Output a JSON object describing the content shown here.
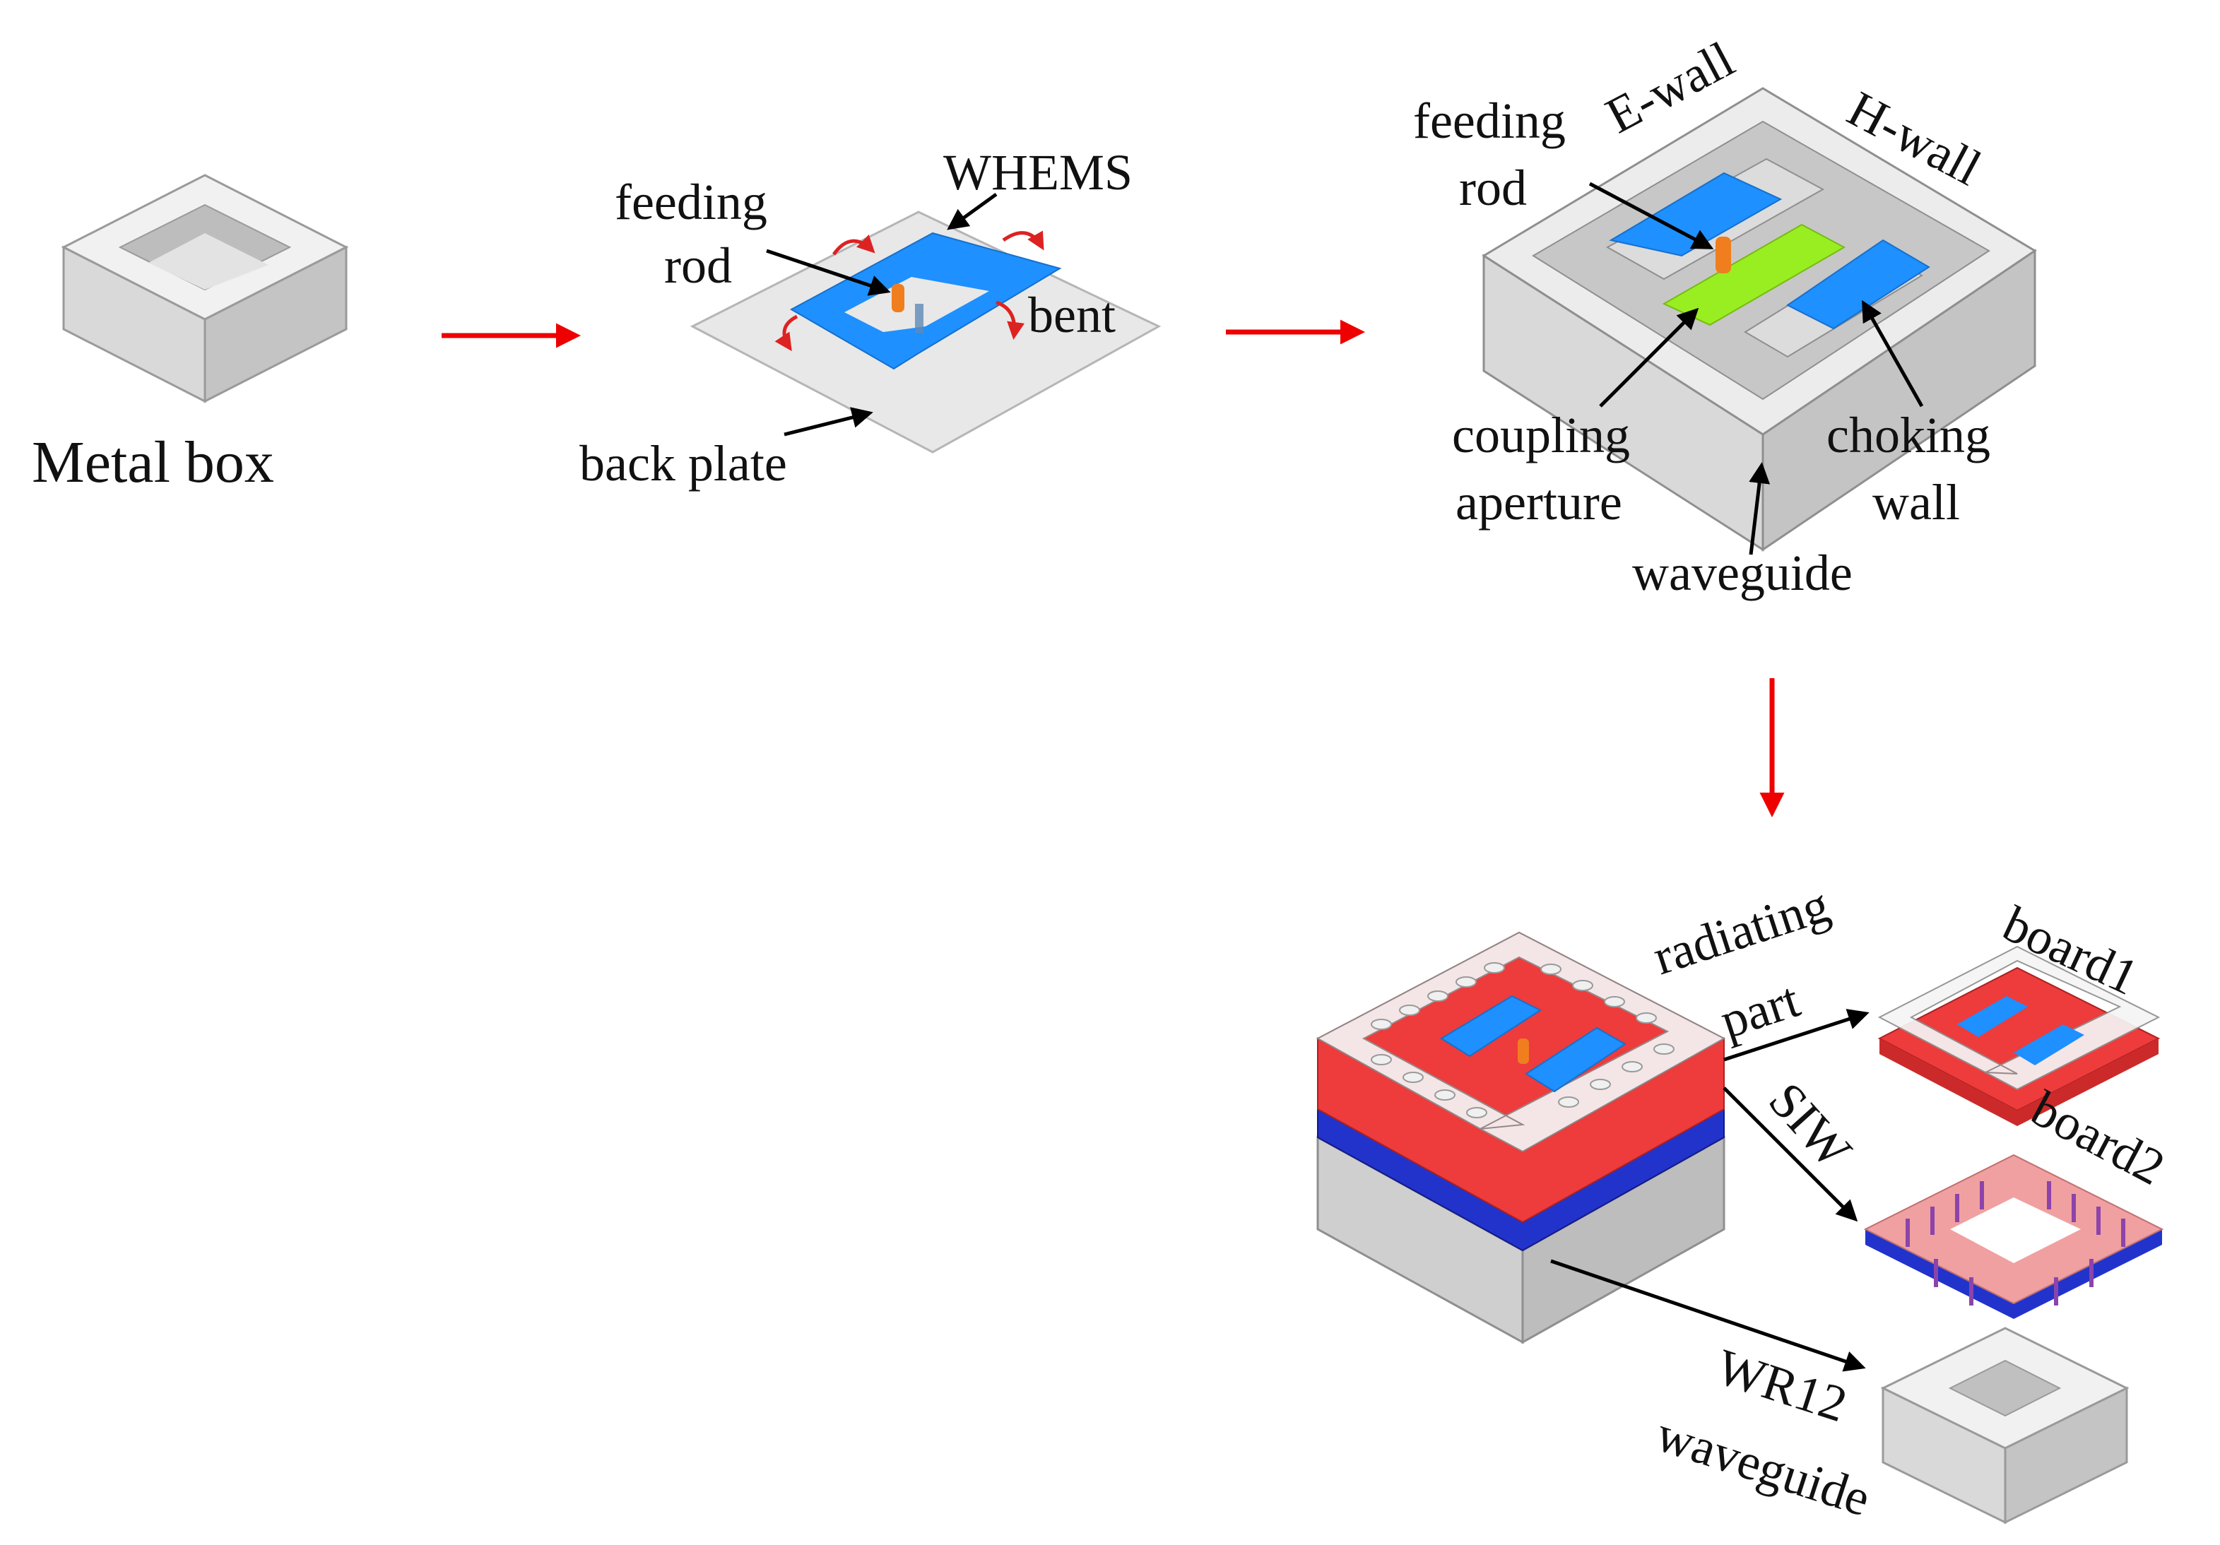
{
  "colors": {
    "metal_top": "#f1f1f1",
    "metal_left": "#d9d9d9",
    "metal_right": "#c4c4c4",
    "metal_inner": "#bdbdbd",
    "metal_floor": "#e6e6e6",
    "whems_blue": "#1e90ff",
    "aperture_green": "#99ee22",
    "rod_orange": "#f07e1e",
    "board_red": "#ee3b3b",
    "board_blue": "#2233cc",
    "board_pink": "#f0a0a0",
    "via_purple": "#8c44aa",
    "flow_arrow": "#ee0000",
    "label_arrow": "#000000",
    "bend_arrow": "#dd2222"
  },
  "icons": [
    "arrow-right-icon",
    "arrow-down-icon",
    "bend-arrow-icon"
  ],
  "labels": {
    "metal_box": "Metal box",
    "whems": "WHEMS",
    "feeding": "feeding",
    "rod": "rod",
    "bent": "bent",
    "back_plate": "back plate",
    "e_wall": "E-wall",
    "h_wall": "H-wall",
    "feeding2": "feeding",
    "rod2": "rod",
    "coupling": "coupling",
    "aperture": "aperture",
    "choking": "choking",
    "wall": "wall",
    "waveguide": "waveguide",
    "radiating": "radiating",
    "part": "part",
    "board1": "board1",
    "siw": "SIW",
    "board2": "board2",
    "wr12": "WR12",
    "waveguide2": "waveguide"
  }
}
